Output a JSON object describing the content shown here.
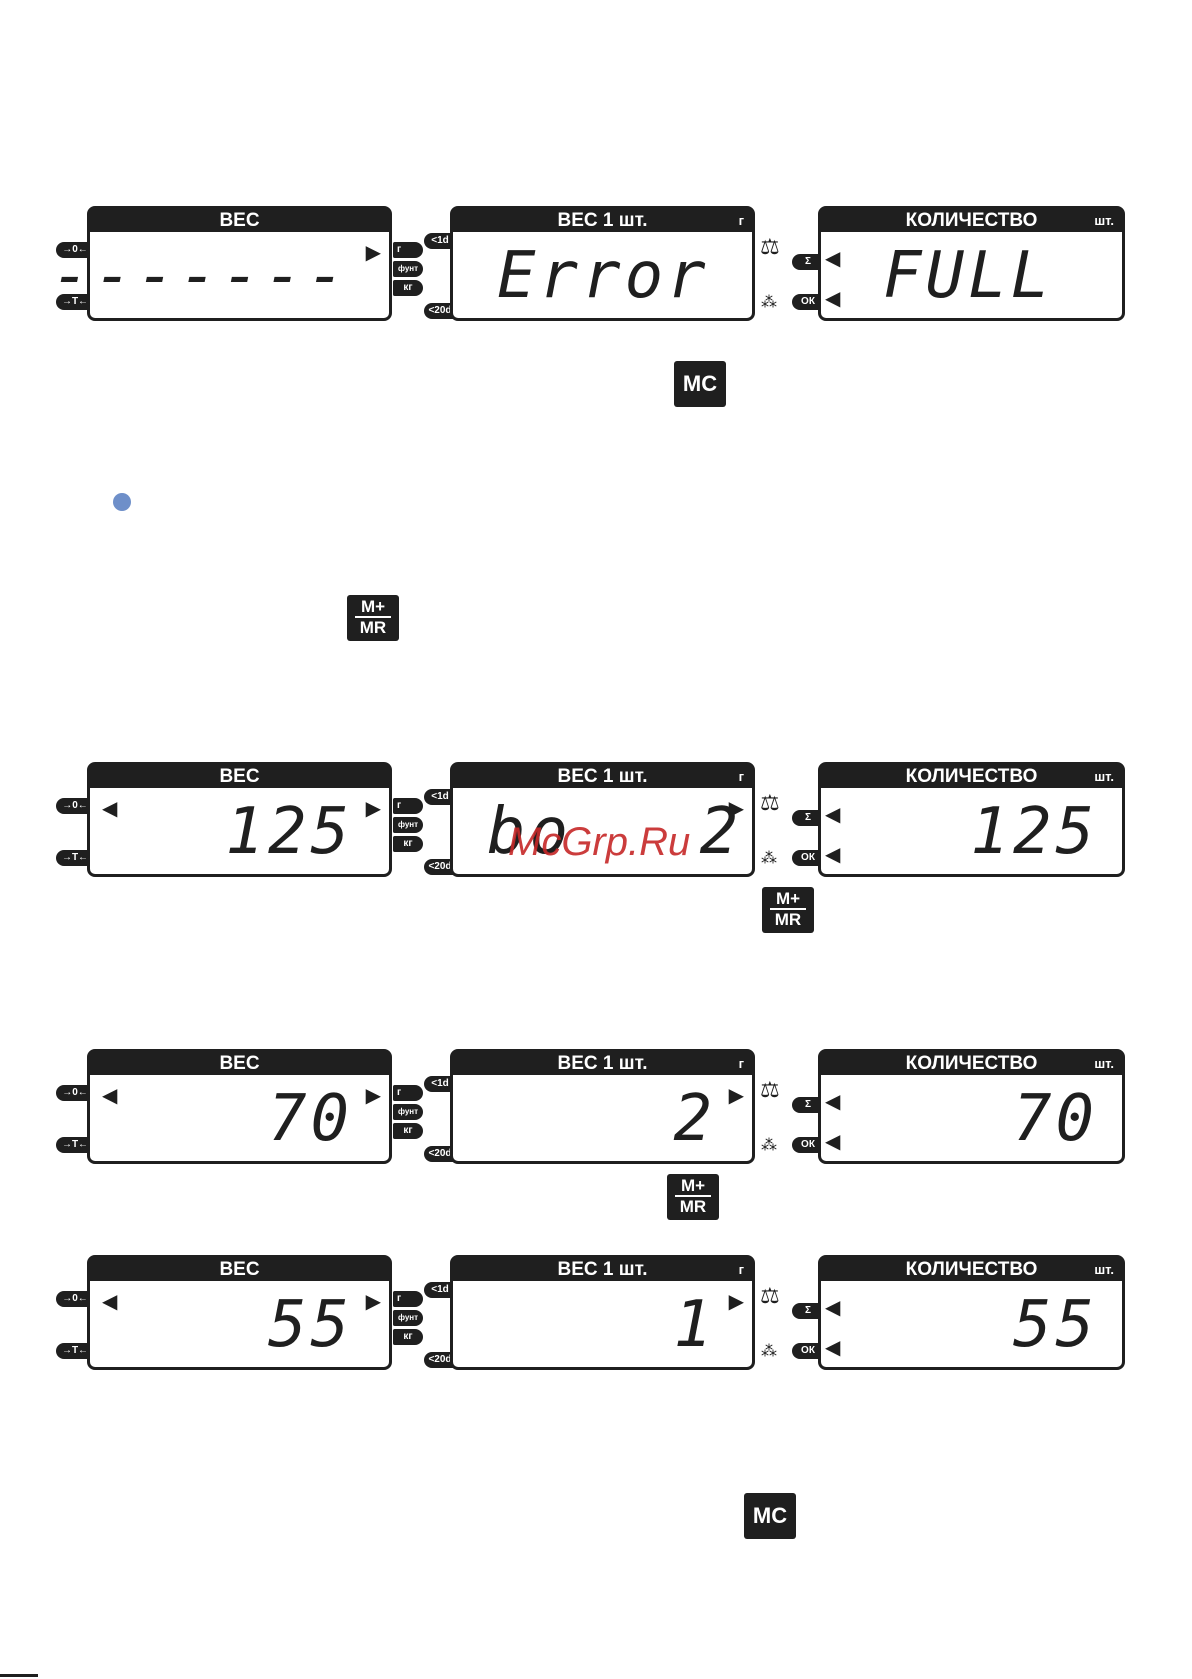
{
  "labels": {
    "weight": "ВЕС",
    "unit_weight": "ВЕС 1 шт.",
    "quantity": "КОЛИЧЕСТВО",
    "unit_g": "г",
    "unit_pcs": "шт.",
    "tag_zero": "→0←",
    "tag_tare": "→T←",
    "tag_g": "г",
    "tag_lb": "фунт",
    "tag_kg": "кг",
    "tag_1d": "<1d",
    "tag_20d": "<20d",
    "tag_sum": "Σ",
    "tag_ok": "ОК"
  },
  "keys": {
    "mc": "MC",
    "mplus": "M+",
    "mr": "MR"
  },
  "watermark": "McGrp.Ru",
  "rows": [
    {
      "weight": "-------",
      "unit_weight": "Error",
      "quantity": "FULL"
    },
    {
      "weight": "125",
      "unit_weight": "bo   2",
      "quantity": "125"
    },
    {
      "weight": "70",
      "unit_weight": "2",
      "quantity": "70"
    },
    {
      "weight": "55",
      "unit_weight": "1",
      "quantity": "55"
    }
  ]
}
